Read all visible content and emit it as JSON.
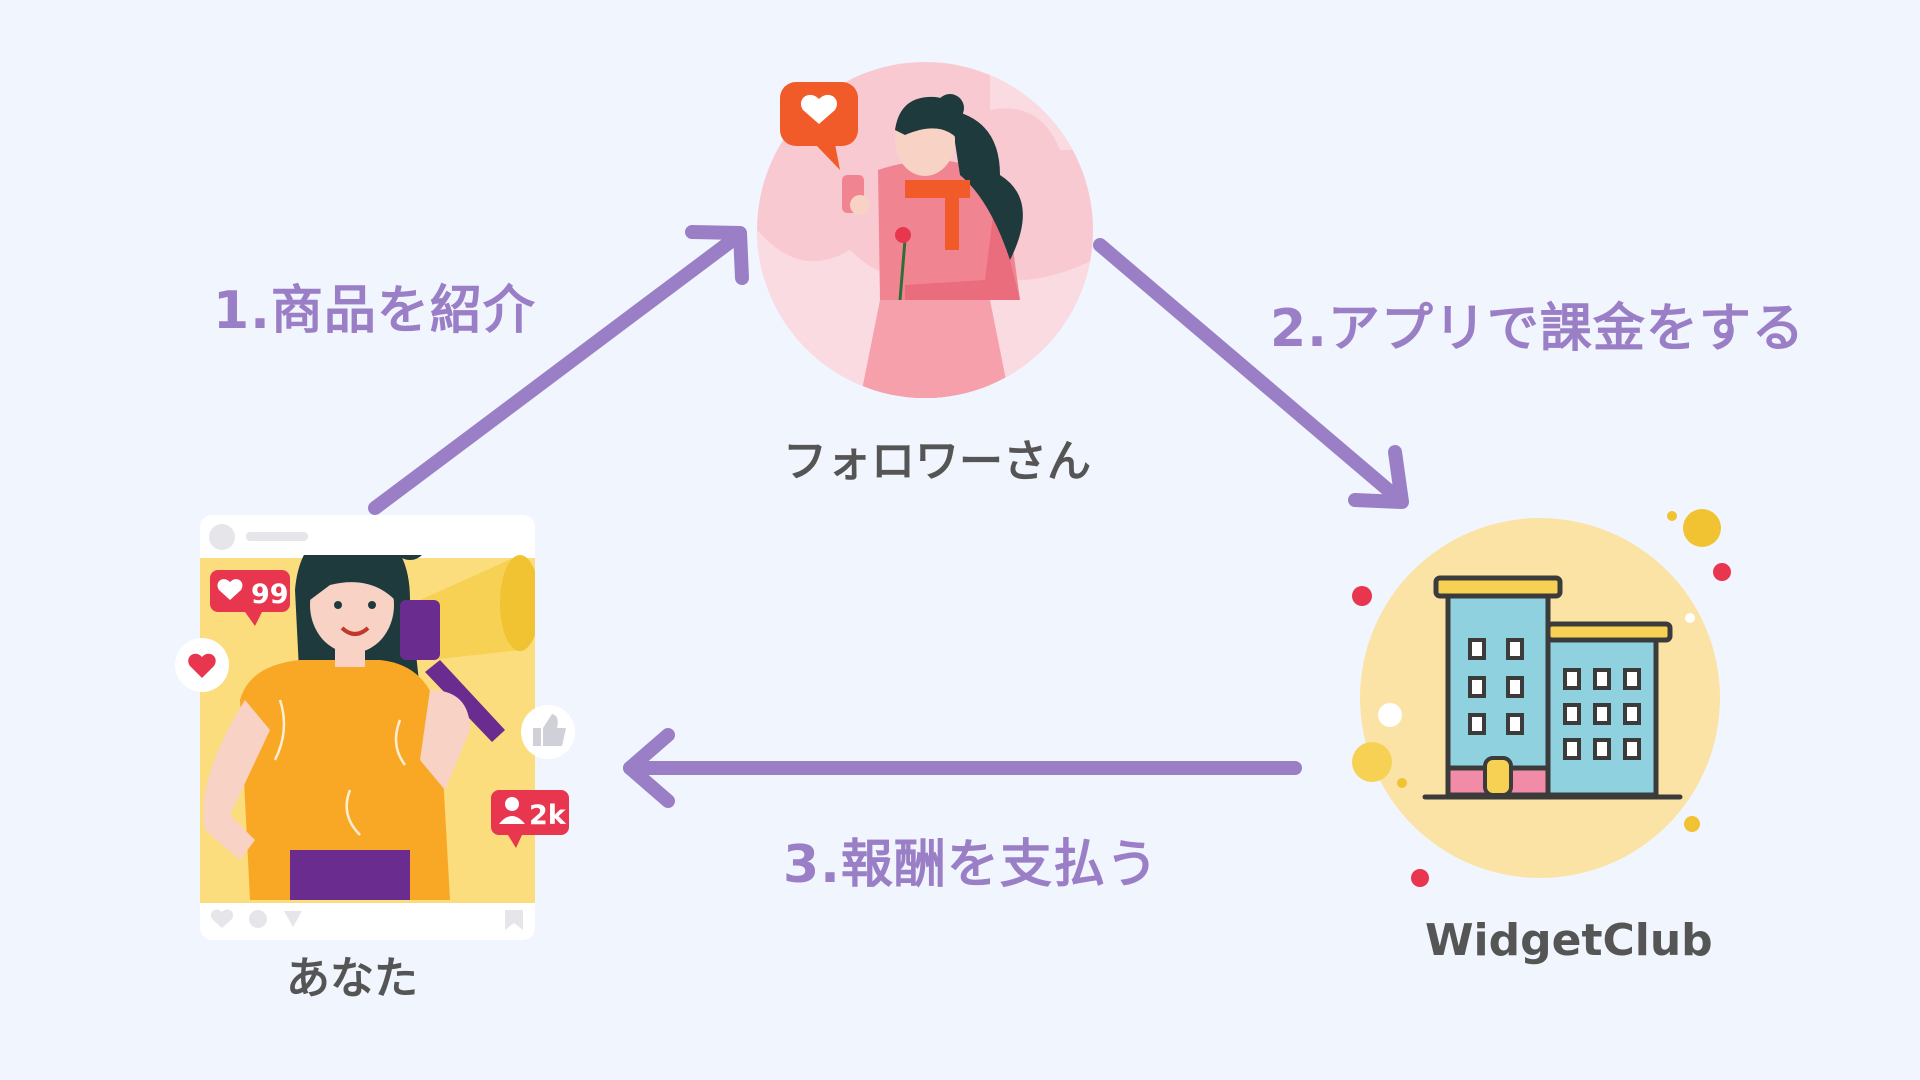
{
  "colors": {
    "background": "#f1f5fe",
    "arrow": "#9a7fc6",
    "step_text": "#9a7fc6",
    "node_text": "#555555",
    "follower_circle": "#f9c9d2",
    "company_circle": "#fbe3a6",
    "post_panel": "#fbdd7e"
  },
  "steps": [
    {
      "label": "1.商品を紹介"
    },
    {
      "label": "2.アプリで課金をする"
    },
    {
      "label": "3.報酬を支払う"
    }
  ],
  "nodes": {
    "you": {
      "label": "あなた"
    },
    "follower": {
      "label": "フォロワーさん"
    },
    "company": {
      "label": "WidgetClub"
    }
  },
  "post_badges": {
    "likes": "99",
    "followers": "2k"
  }
}
